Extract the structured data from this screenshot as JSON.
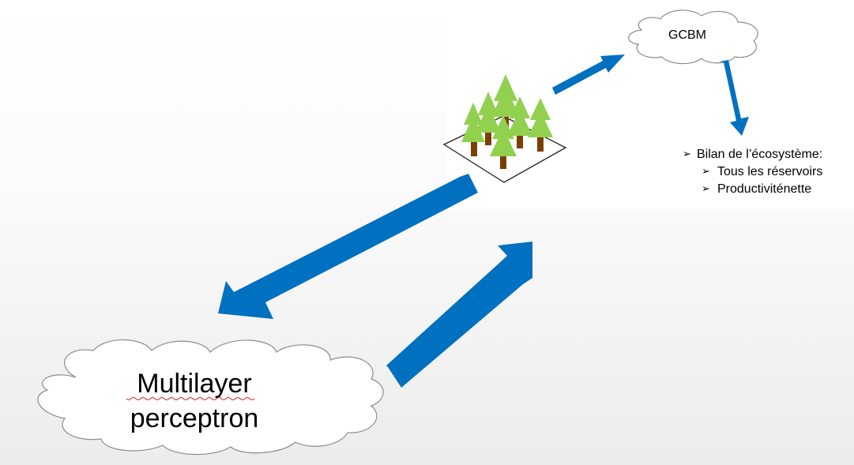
{
  "diagram": {
    "cloud_top_label": "GCBM",
    "cloud_bottom_line1": "Multilayer",
    "cloud_bottom_line2": "perceptron",
    "bullets": {
      "main": "Bilan de l’écosystème:",
      "sub1": "Tous les réservoirs",
      "sub2": "Productiviténette"
    },
    "bullet_marker": "➢",
    "colors": {
      "arrow": "#0070C0",
      "tree_foliage": "#92D050",
      "tree_trunk": "#7B3F00",
      "cloud_fill": "#FFFFFF",
      "cloud_stroke": "#8C8C8C"
    },
    "icons": [
      "forest-plot-icon",
      "cloud-icon",
      "arrow-icon"
    ]
  }
}
